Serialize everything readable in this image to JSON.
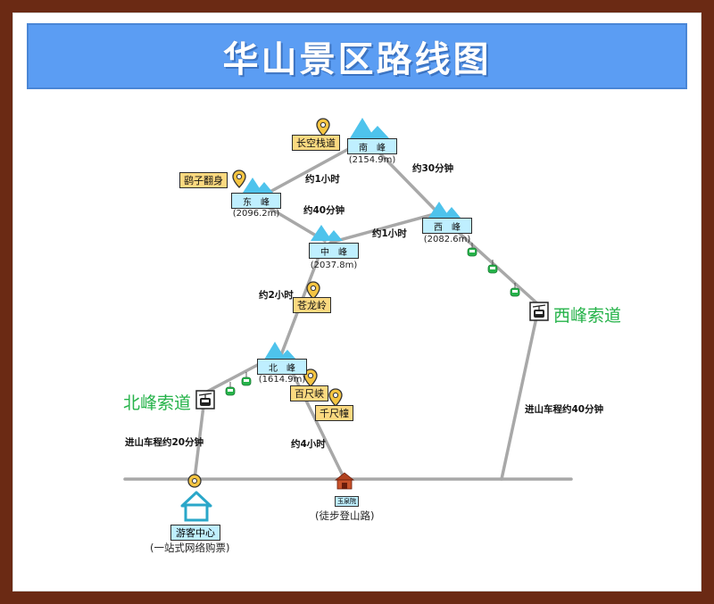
{
  "title": "华山景区路线图",
  "peaks": {
    "south": {
      "name": "南　峰",
      "elevation": "(2154.9m)"
    },
    "east": {
      "name": "东　峰",
      "elevation": "(2096.2m)"
    },
    "west": {
      "name": "西　峰",
      "elevation": "(2082.6m)"
    },
    "center": {
      "name": "中　峰",
      "elevation": "(2037.8m)"
    },
    "north": {
      "name": "北　峰",
      "elevation": "(1614.9m)"
    }
  },
  "poi": {
    "changkong": "长空栈道",
    "yaozi": "鹞子翻身",
    "canglong": "苍龙岭",
    "baichi": "百尺峡",
    "qianchi": "千尺幢"
  },
  "times": {
    "east_south": "约1小时",
    "south_west": "约30分钟",
    "east_center": "约40分钟",
    "center_west": "约1小时",
    "center_north": "约2小时",
    "hike_north": "约4小时",
    "bus_north": "进山车程约20分钟",
    "bus_west": "进山车程约40分钟"
  },
  "cableways": {
    "north": "北峰索道",
    "west": "西峰索道"
  },
  "visitor_center": {
    "name": "游客中心",
    "note": "(一站式网络购票)"
  },
  "gate": {
    "name": "玉泉院",
    "note": "(徒步登山路)"
  },
  "colors": {
    "background": "#6b2a14",
    "title_bar": "#5b9df3",
    "route": "#a8a8a8",
    "peak": "#4ec3ec",
    "cable_green": "#26b34a",
    "poi_fill": "#fbd980",
    "peak_label_fill": "#bfefff"
  }
}
